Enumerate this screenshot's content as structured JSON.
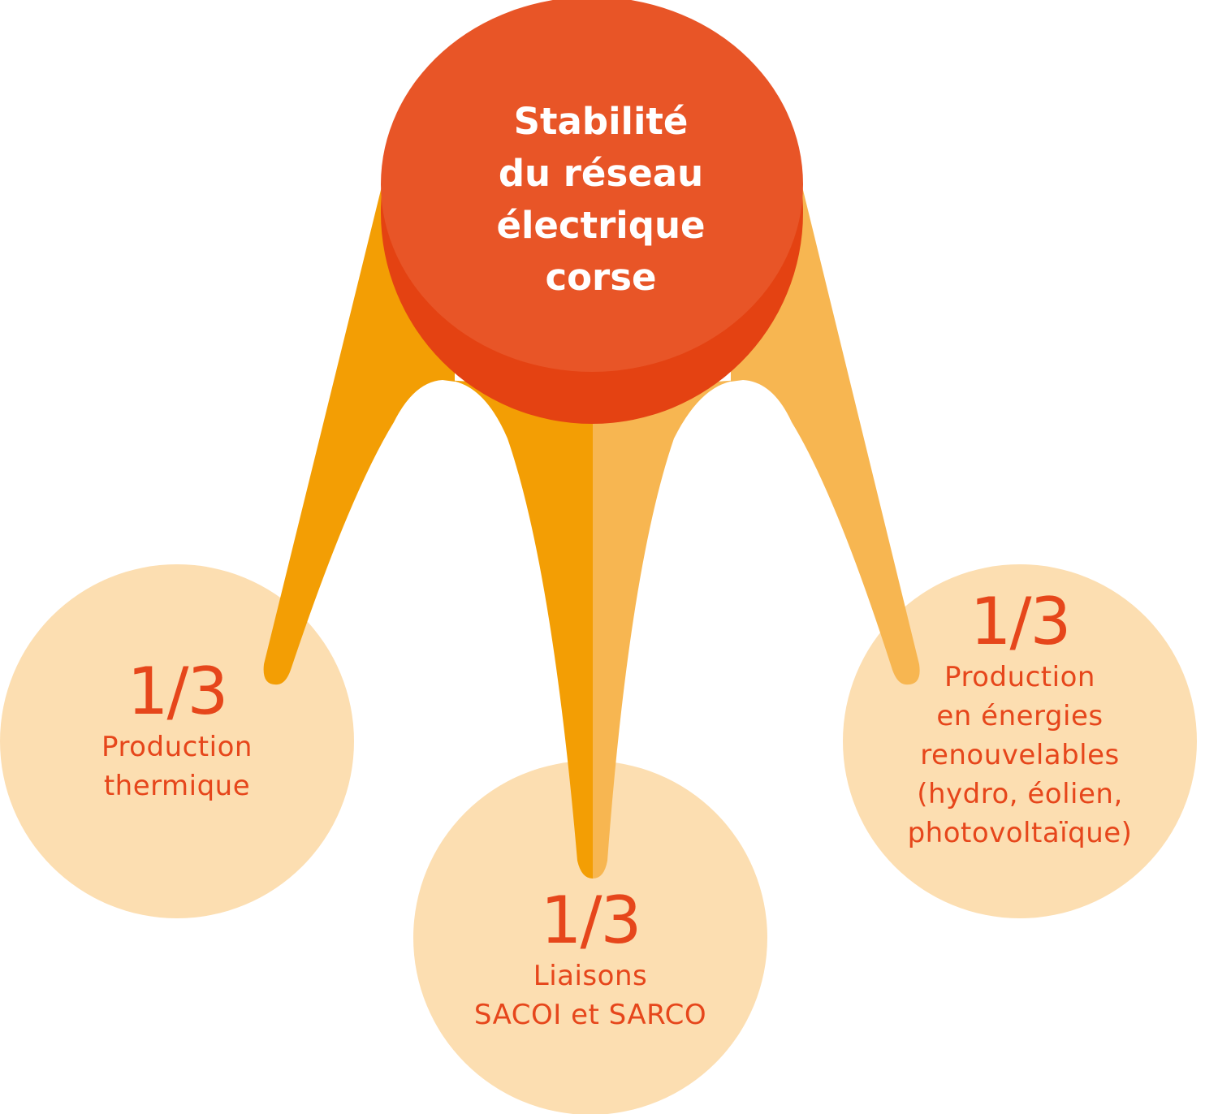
{
  "colors": {
    "center_main": "#e85527",
    "center_shadow": "#e44212",
    "leg_dark": "#f39e04",
    "leg_light": "#f7b651",
    "node_fill": "#fcdeb1",
    "node_text": "#e6461b",
    "title_text": "#ffffff"
  },
  "center": {
    "title_lines": [
      "Stabilité",
      "du réseau",
      "électrique",
      "corse"
    ]
  },
  "nodes": [
    {
      "fraction": "1/3",
      "lines": [
        "Production",
        "thermique"
      ]
    },
    {
      "fraction": "1/3",
      "lines": [
        "Liaisons",
        "SACOI et SARCO"
      ]
    },
    {
      "fraction": "1/3",
      "lines": [
        "Production",
        "en énergies",
        "renouvelables",
        "(hydro, éolien,",
        "photovoltaïque)"
      ]
    }
  ]
}
